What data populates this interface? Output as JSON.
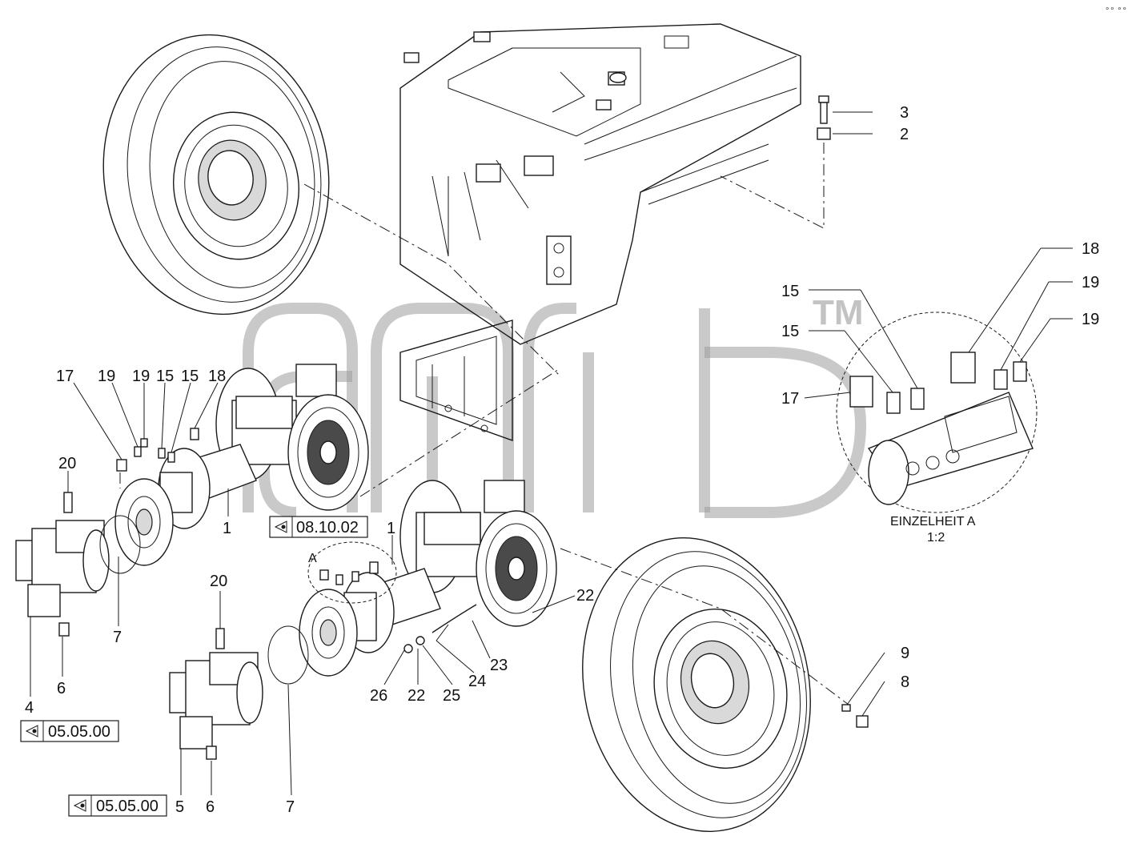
{
  "part_numbers": {
    "p3": "3",
    "p2": "2",
    "p18a": "18",
    "p19a": "19",
    "p19b": "19",
    "p15a": "15",
    "p15b": "15",
    "p17a": "17",
    "p17b": "17",
    "p19c": "19",
    "p19d": "19",
    "p15c": "15",
    "p15d": "15",
    "p18b": "18",
    "p20a": "20",
    "p1a": "1",
    "p7a": "7",
    "p4": "4",
    "p6a": "6",
    "p1b": "1",
    "p20b": "20",
    "p22a": "22",
    "p23": "23",
    "p24": "24",
    "p26": "26",
    "p22b": "22",
    "p25": "25",
    "p7b": "7",
    "p5": "5",
    "p6b": "6",
    "p9": "9",
    "p8": "8",
    "pA": "A"
  },
  "detail": {
    "title": "EINZELHEIT A",
    "scale": "1:2"
  },
  "references": {
    "ref1": "08.10.02",
    "ref2": "05.05.00",
    "ref3": "05.05.00"
  },
  "watermark": {
    "tm": "TM"
  },
  "corner_mark": "∘∘ ∘∘∘",
  "colors": {
    "line": "#1a1a1a",
    "watermark": "#9c9c9c",
    "background": "#ffffff"
  },
  "icons": {
    "reference": "eye-arrow-icon"
  }
}
